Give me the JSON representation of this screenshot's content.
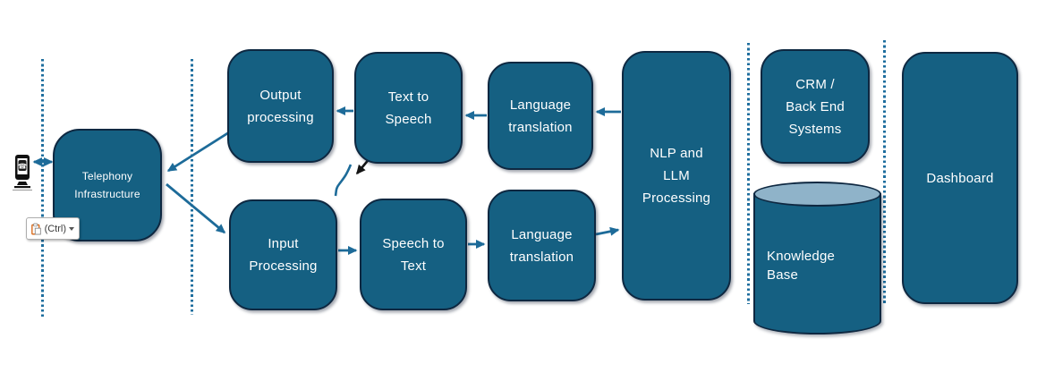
{
  "colors": {
    "shape_fill": "#156082",
    "shape_border": "#0e2841",
    "arrow": "#1d6b99",
    "dotted_separator": "#1e6e9e",
    "cylinder_top": "#8fb3c9",
    "label_text": "#ffffff",
    "paste_icon_orange": "#d86613",
    "annotation_arrow": "#151515"
  },
  "nodes": {
    "telephony": {
      "line1": "Telephony",
      "line2": "Infrastructure"
    },
    "output": {
      "line1": "Output",
      "line2": "processing"
    },
    "tts": {
      "line1": "Text to",
      "line2": "Speech"
    },
    "lang_top": {
      "line1": "Language",
      "line2": "translation"
    },
    "nlp": {
      "line1": "NLP and",
      "line2": "LLM",
      "line3": "Processing"
    },
    "crm": {
      "line1": "CRM /",
      "line2": "Back End",
      "line3": "Systems"
    },
    "dashboard": {
      "line1": "Dashboard"
    },
    "input": {
      "line1": "Input",
      "line2": "Processing"
    },
    "stt": {
      "line1": "Speech to",
      "line2": "Text"
    },
    "kb": {
      "line1": "Knowledge",
      "line2": "Base"
    }
  },
  "paste_button": {
    "label": "(Ctrl)"
  },
  "icons": {
    "phone": "☎",
    "paste_caret": "▼"
  },
  "connections": [
    {
      "from": "telephony-infrastructure",
      "to": "phone",
      "direction": "both"
    },
    {
      "from": "output-processing",
      "to": "telephony-infrastructure",
      "direction": "one-way"
    },
    {
      "from": "telephony-infrastructure",
      "to": "input-processing",
      "direction": "one-way"
    },
    {
      "from": "text-to-speech",
      "to": "output-processing",
      "direction": "one-way"
    },
    {
      "from": "language-translation-top",
      "to": "text-to-speech",
      "direction": "one-way"
    },
    {
      "from": "nlp-llm-processing",
      "to": "language-translation-top",
      "direction": "one-way"
    },
    {
      "from": "input-processing",
      "to": "speech-to-text",
      "direction": "one-way"
    },
    {
      "from": "speech-to-text",
      "to": "language-translation-bottom",
      "direction": "one-way"
    },
    {
      "from": "language-translation-bottom",
      "to": "nlp-llm-processing",
      "direction": "one-way"
    }
  ]
}
